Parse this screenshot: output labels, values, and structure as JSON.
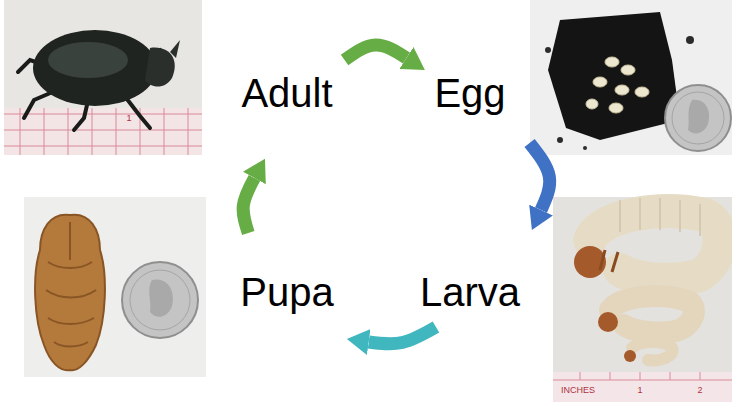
{
  "diagram": {
    "nodes": [
      {
        "text": [
          "Adult"
        ]
      },
      {
        "text": [
          "Egg"
        ]
      },
      {
        "text": [
          "Larva"
        ]
      },
      {
        "text": [
          "Pupa"
        ]
      }
    ],
    "edges": [
      {
        "from": 0,
        "to": 1,
        "arrow": "to"
      },
      {
        "from": 1,
        "to": 2,
        "arrow": "to"
      },
      {
        "from": 2,
        "to": 3,
        "arrow": "to"
      },
      {
        "from": 3,
        "to": 0,
        "arrow": "to"
      }
    ],
    "labels": [
      "1",
      "INCHES",
      "1",
      "2"
    ]
  }
}
